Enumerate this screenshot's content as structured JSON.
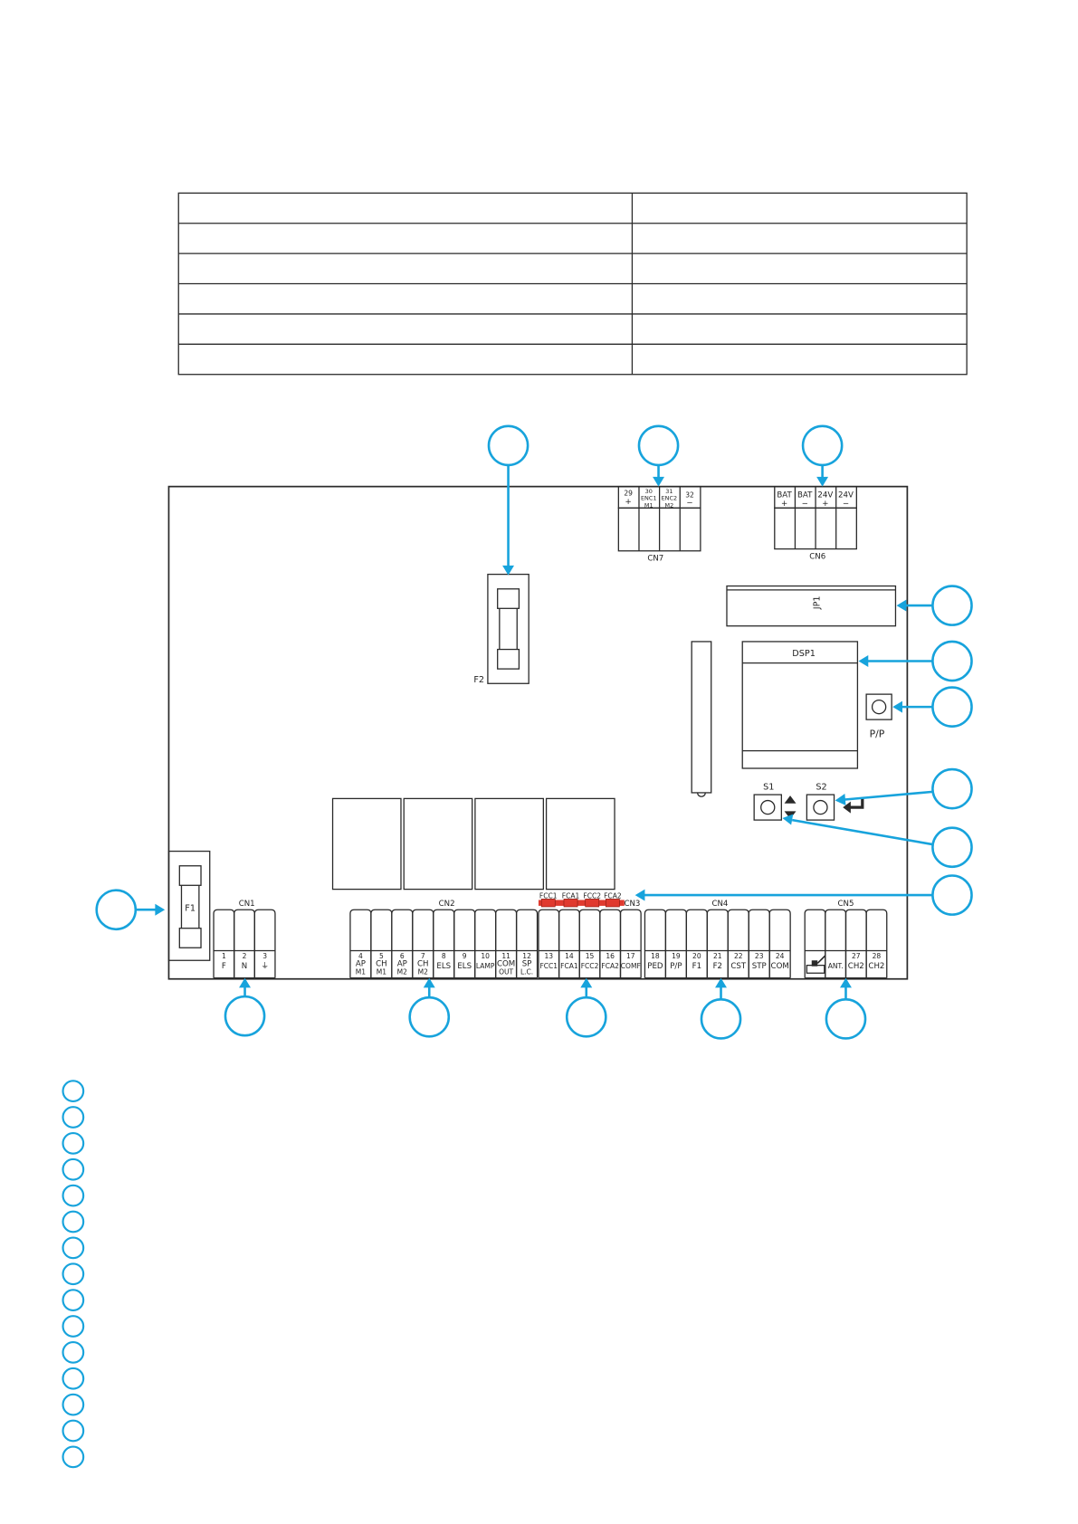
{
  "colors": {
    "callout": "#17a3dc",
    "outline": "#2a2a2a",
    "jumper": "#e03a2f"
  },
  "board": {
    "cn7": {
      "label": "CN7",
      "pins": [
        {
          "num": "29",
          "name": "+"
        },
        {
          "num": "30",
          "name": "ENC1"
        },
        {
          "num": "31",
          "name": "ENC2"
        },
        {
          "num": "32",
          "name": "−"
        }
      ],
      "sub": [
        "M1",
        "M2"
      ]
    },
    "cn6": {
      "label": "CN6",
      "pins": [
        {
          "name": "BAT",
          "sign": "+"
        },
        {
          "name": "BAT",
          "sign": "−"
        },
        {
          "name": "24V",
          "sign": "+"
        },
        {
          "name": "24V",
          "sign": "−"
        }
      ]
    },
    "jp1_label": "JP1",
    "dsp1_label": "DSP1",
    "f2_label": "F2",
    "f1_label": "F1",
    "pp_label": "P/P",
    "s1_label": "S1",
    "s2_label": "S2",
    "cn1": {
      "label": "CN1",
      "pins": [
        {
          "num": "1",
          "name": "F"
        },
        {
          "num": "2",
          "name": "N"
        },
        {
          "num": "3",
          "name": "⏚"
        }
      ]
    },
    "cn2": {
      "label": "CN2",
      "pins": [
        {
          "num": "4",
          "name": "AP",
          "sub": "M1"
        },
        {
          "num": "5",
          "name": "CH",
          "sub": "M1"
        },
        {
          "num": "6",
          "name": "AP",
          "sub": "M2"
        },
        {
          "num": "7",
          "name": "CH",
          "sub": "M2"
        },
        {
          "num": "8",
          "name": "ELS"
        },
        {
          "num": "9",
          "name": "ELS"
        },
        {
          "num": "10",
          "name": "LAMP"
        },
        {
          "num": "11",
          "name": "COM",
          "sub": "OUT"
        },
        {
          "num": "12",
          "name": "SP",
          "sub": "L.C."
        }
      ]
    },
    "cn3": {
      "label": "CN3",
      "pins": [
        {
          "num": "13",
          "name": "FCC1"
        },
        {
          "num": "14",
          "name": "FCA1"
        },
        {
          "num": "15",
          "name": "FCC2"
        },
        {
          "num": "16",
          "name": "FCA2"
        },
        {
          "num": "17",
          "name": "COMF"
        }
      ],
      "leds": [
        "FCC1",
        "FCA1",
        "FCC2",
        "FCA2"
      ]
    },
    "cn4": {
      "label": "CN4",
      "pins": [
        {
          "num": "18",
          "name": "PED"
        },
        {
          "num": "19",
          "name": "P/P"
        },
        {
          "num": "20",
          "name": "F1"
        },
        {
          "num": "21",
          "name": "F2"
        },
        {
          "num": "22",
          "name": "CST"
        },
        {
          "num": "23",
          "name": "STP"
        },
        {
          "num": "24",
          "name": "COM"
        }
      ]
    },
    "cn5": {
      "label": "CN5",
      "pins": [
        {
          "num": "",
          "name": ""
        },
        {
          "num": "",
          "name": "ANT."
        },
        {
          "num": "27",
          "name": "CH2"
        },
        {
          "num": "28",
          "name": "CH2"
        }
      ]
    }
  },
  "callouts": [
    {
      "id": "fuse-f2"
    },
    {
      "id": "encoder-cn7"
    },
    {
      "id": "battery-cn6"
    },
    {
      "id": "jumper-jp1"
    },
    {
      "id": "display-dsp1"
    },
    {
      "id": "button-pp"
    },
    {
      "id": "button-s2"
    },
    {
      "id": "button-s1"
    },
    {
      "id": "leds-cn3"
    },
    {
      "id": "fuse-f1"
    },
    {
      "id": "terminal-cn1"
    },
    {
      "id": "terminal-cn2"
    },
    {
      "id": "terminal-cn3"
    },
    {
      "id": "terminal-cn4"
    },
    {
      "id": "terminal-cn5"
    }
  ],
  "legend_count": 15,
  "top_table": {
    "rows": 6,
    "cols": 2
  }
}
